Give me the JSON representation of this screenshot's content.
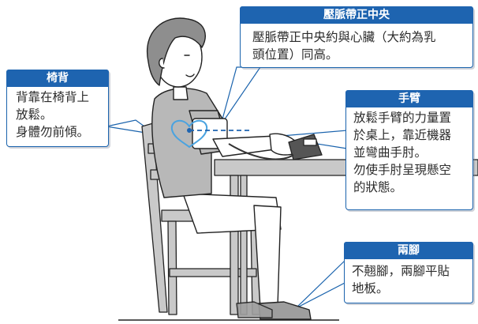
{
  "callouts": {
    "chair_back": {
      "title": "椅背",
      "text": "背靠在椅背上\n放鬆。\n身體勿前傾。"
    },
    "cuff": {
      "title": "壓脈帶正中央",
      "text": "壓脈帶正中央約與心臟（大約為乳\n頭位置）同高。"
    },
    "arm": {
      "title": "手臂",
      "text": "放鬆手臂的力量置\n於桌上，靠近機器\n並彎曲手肘。\n勿使手肘呈現懸空\n的狀態。"
    },
    "legs": {
      "title": "兩腳",
      "text": "不翹腳，兩腳平貼\n地板。"
    }
  },
  "colors": {
    "accent": "#1e64b0",
    "heart": "#4aa3e0",
    "skin": "#ffffff",
    "shirt": "#b8b8b8",
    "hair": "#8e8e8e",
    "furniture": "#c9c9c9",
    "outline": "#222222"
  },
  "icons": {
    "heart": "heart-icon",
    "monitor": "blood-pressure-monitor"
  }
}
